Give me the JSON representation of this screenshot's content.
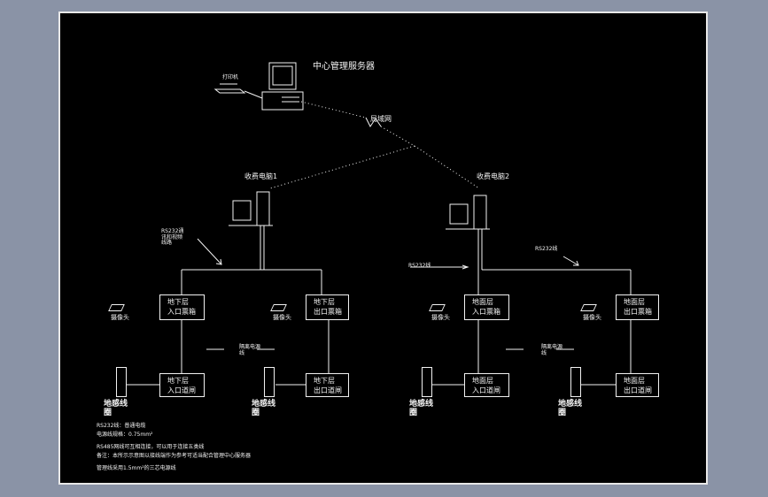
{
  "diagram": {
    "server_label": "中心管理服务器",
    "printer_label": "打印机",
    "network_label": "局域网",
    "station_1_label": "收费电脑1",
    "station_2_label": "收费电脑2",
    "rs232_note_1": "RS232通\n讯和视频\n线路",
    "rs232_note_2": "RS232线",
    "rs232_note_3": "RS232线",
    "camera_label": "摄像头",
    "loop_label": "地感线\n圈",
    "isolation_label": "隔离电源\n线",
    "boxes": {
      "b1_entry_box": "地下层\n入口票箱",
      "b1_exit_box": "地下层\n出口票箱",
      "g_entry_box": "地面层\n入口票箱",
      "g_exit_box": "地面层\n出口票箱",
      "b1_entry_gate": "地下层\n入口道闸",
      "b1_exit_gate": "地下层\n出口道闸",
      "g_entry_gate": "地面层\n入口道闸",
      "g_exit_gate": "地面层\n出口道闸"
    },
    "notes": [
      "RS232线：普通电缆",
      "电源线规格：0.75mm²",
      "RS485网线可互相连接，可以用于连接五类线",
      "备注：本所示示意图以接线端作为参考可适当配合管理中心服务器",
      "管理线采用1.5mm²的三芯电源线"
    ]
  }
}
